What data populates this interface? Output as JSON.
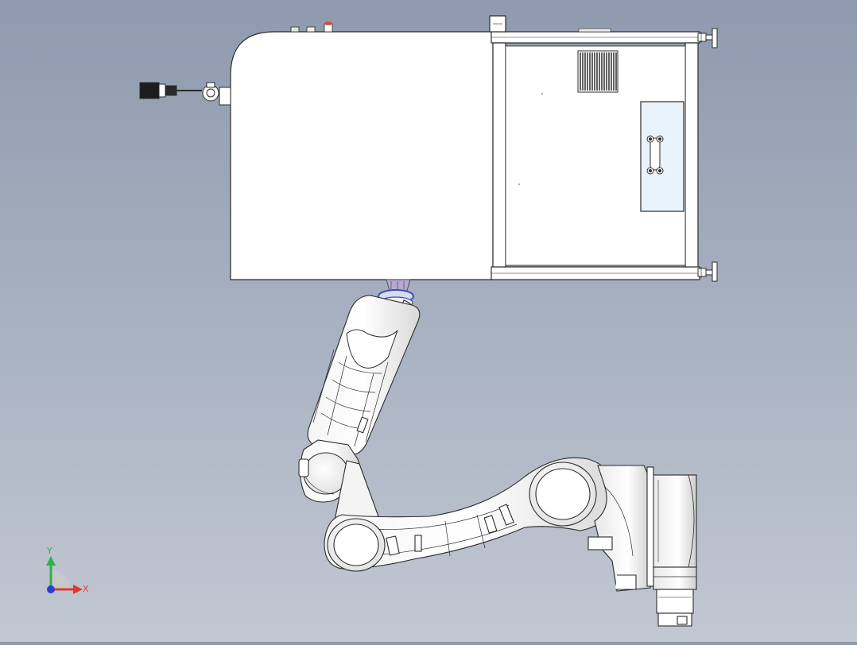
{
  "viewport": {
    "background_top": "#8e9aae",
    "background_bottom": "#c2c8d2",
    "model_line_color": "#2b2b2b",
    "model_fill": "#ffffff",
    "accent_blue": "#3a4fb0",
    "accent_purple": "#7a6aa0"
  },
  "triad": {
    "x_label": "X",
    "y_label": "Y",
    "x_color": "#e23a2e",
    "y_color": "#2fb04a",
    "z_color": "#2a3fd0"
  },
  "model": {
    "icons": [
      "cabinet",
      "door-handle",
      "vent-grille",
      "sensor-mount",
      "leveling-foot",
      "robot-arm",
      "robot-base",
      "wrist-flange"
    ]
  }
}
